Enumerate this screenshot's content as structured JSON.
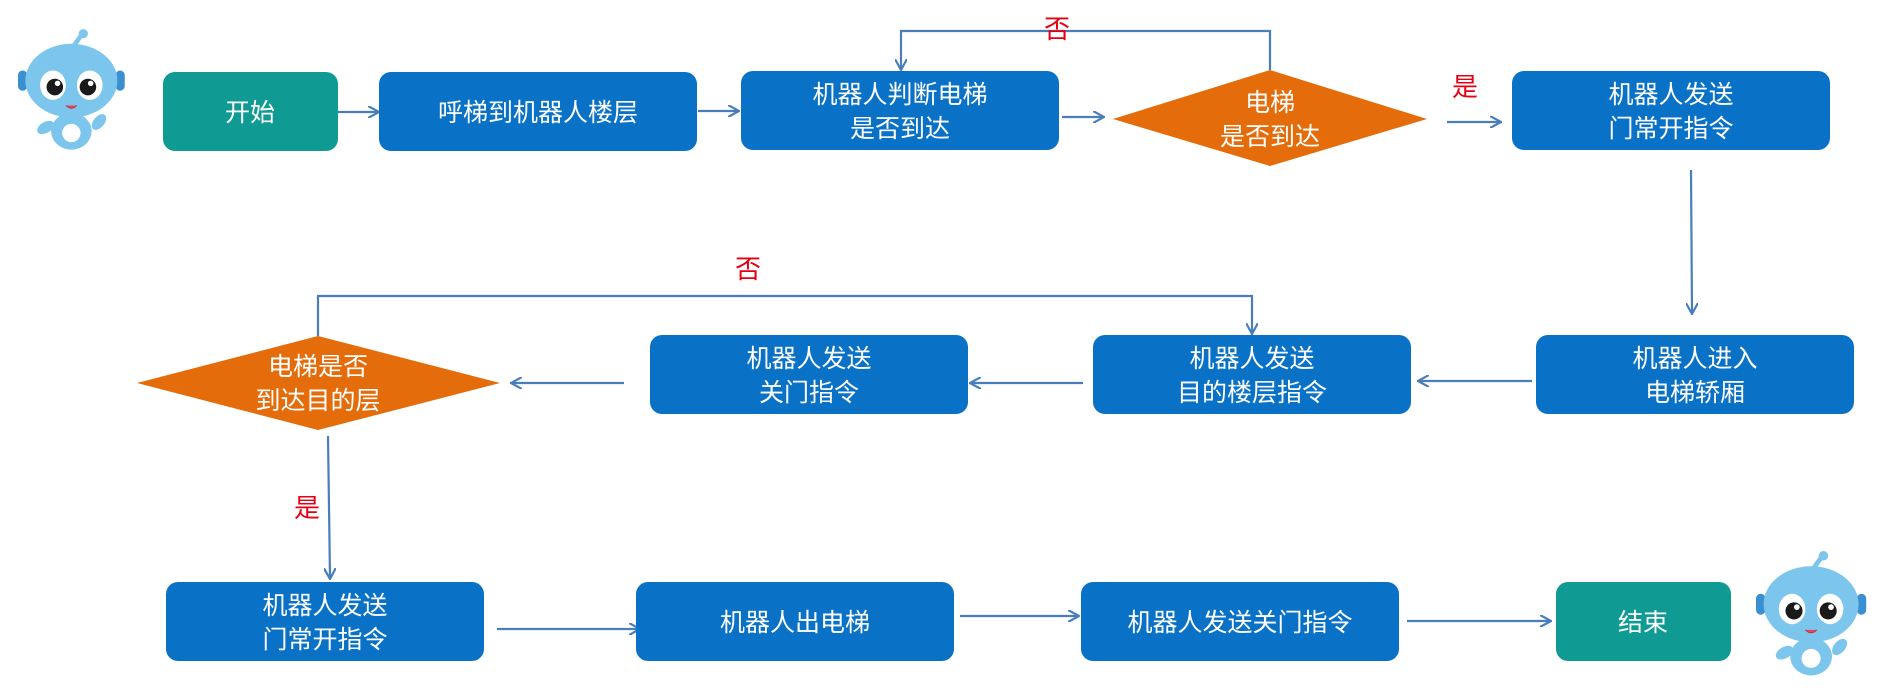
{
  "colors": {
    "process": "#0a72c6",
    "terminal": "#0f9b93",
    "decision": "#e46c0a",
    "arrow": "#4a7ebb",
    "label": "#e60012",
    "robot_body": "#7cc6ee",
    "robot_accent": "#3a8fd0"
  },
  "nodes": {
    "start": [
      "开始"
    ],
    "call_elevator": [
      "呼梯到机器人楼层"
    ],
    "judge_elevator": [
      "机器人判断电梯",
      "是否到达"
    ],
    "decision_arrived": [
      "电梯",
      "是否到达"
    ],
    "send_door_open_1": [
      "机器人发送",
      "门常开指令"
    ],
    "enter_car": [
      "机器人进入",
      "电梯轿厢"
    ],
    "send_target_floor": [
      "机器人发送",
      "目的楼层指令"
    ],
    "send_close_door_1": [
      "机器人发送",
      "关门指令"
    ],
    "decision_target": [
      "电梯是否",
      "到达目的层"
    ],
    "send_door_open_2": [
      "机器人发送",
      "门常开指令"
    ],
    "exit_elevator": [
      "机器人出电梯"
    ],
    "send_close_door_2": [
      "机器人发送关门指令"
    ],
    "end": [
      "结束"
    ]
  },
  "edge_labels": {
    "no_top": "否",
    "yes_top": "是",
    "no_middle": "否",
    "yes_left": "是"
  },
  "icons": {
    "mascot_left": "robot-mascot-icon",
    "mascot_right": "robot-mascot-icon"
  }
}
